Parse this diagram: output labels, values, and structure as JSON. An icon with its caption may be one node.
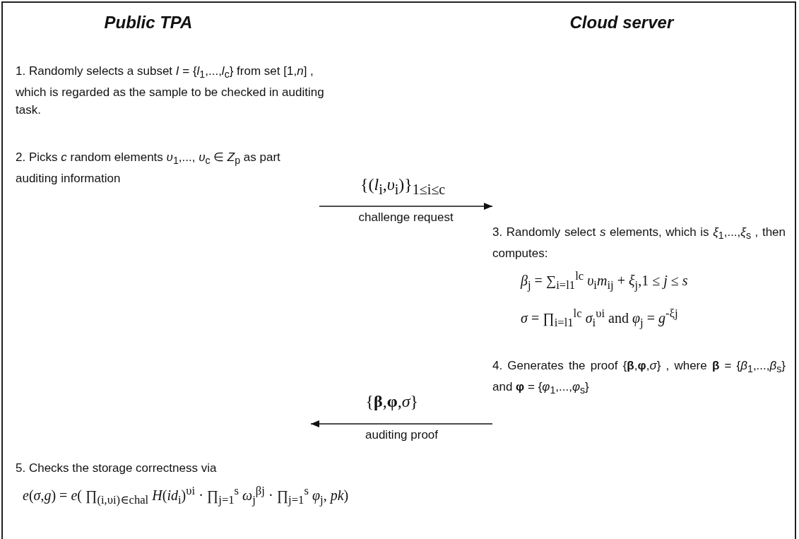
{
  "diagram": {
    "nodes": [
      {
        "text": [
          "1. Randomly selects a subset *I* = {*l*$_{1}$,...,*l*$_{c}$} from set [1,*n*] , which is regarded as the sample to be checked in auditing task."
        ]
      },
      {
        "text": [
          "2. Picks *c* random elements *υ*$_{1}$,..., *υ*$_{c}$ ∈ *Z*$_{p}$ as part auditing information"
        ]
      },
      {
        "text": [
          "3. Randomly select *s* elements, which is *ξ*$_{1}$,...,*ξ*$_{s}$ , then computes:",
          "*β*$_{j}$ = ∑$_{i=l1}$$^{lc}$ *υ*$_{i}$*m*$_{ij}$ + *ξ*$_{j}$,1 ≤ *j* ≤ *s*",
          "*σ* = ∏$_{i=l1}$$^{lc}$ *σ*$_{i}$$^{υi}$ and *φ*$_{j}$ = *g*$^{-ξj}$"
        ]
      },
      {
        "text": [
          "4. Generates the proof {**β**,**φ**,*σ*} , where **β** = {*β*$_{1}$,...,*β*$_{s}$} and **φ** = {*φ*$_{1}$,...,*φ*$_{s}$}"
        ]
      },
      {
        "text": [
          "5. Checks the storage correctness via",
          "*e*(*σ*,*g*) = *e*( ∏$_{(i,υi)∈chal}$ *H*(*id*$_{i}$)$^{υi}$ · ∏$_{j=1}$$^{s}$ *ω*$_{j}$$^{βj}$ · ∏$_{j=1}$$^{s}$ *φ*$_{j}$, *pk*)"
        ]
      }
    ],
    "edges": [
      {
        "from": 1,
        "to": 2,
        "arrow": "to",
        "label": "challenge request"
      },
      {
        "from": 3,
        "to": null,
        "arrow": "to",
        "label": "auditing proof"
      }
    ],
    "labels": [
      "Public TPA",
      "Cloud server",
      "{(*l*$_{i}$,*υ*$_{i}$)}$_{1≤i≤c}$",
      "{**β**,**φ**,*σ*}"
    ]
  }
}
